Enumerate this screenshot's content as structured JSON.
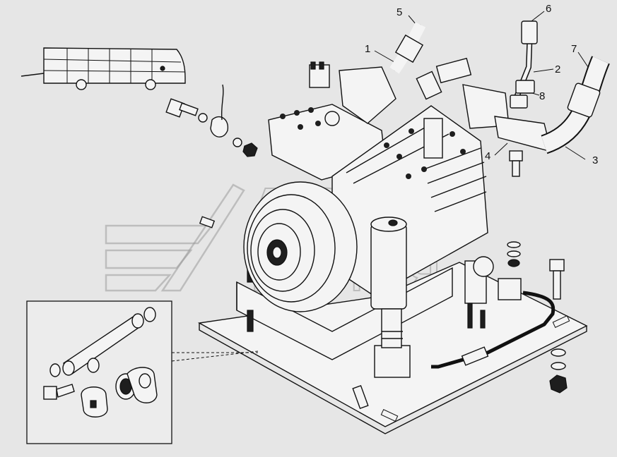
{
  "diagram": {
    "callouts": [
      {
        "id": "c1",
        "label": "1"
      },
      {
        "id": "c2",
        "label": "2"
      },
      {
        "id": "c3",
        "label": "3"
      },
      {
        "id": "c4",
        "label": "4"
      },
      {
        "id": "c5",
        "label": "5"
      },
      {
        "id": "c6",
        "label": "6"
      },
      {
        "id": "c7",
        "label": "7"
      },
      {
        "id": "c8",
        "label": "8"
      }
    ],
    "watermark": {
      "line1": "АВТО",
      "line2": "ЛАЙНЯ"
    },
    "colors": {
      "ink": "#111111",
      "paper": "#e6e6e6",
      "watermark": "#9a9a9a"
    }
  }
}
